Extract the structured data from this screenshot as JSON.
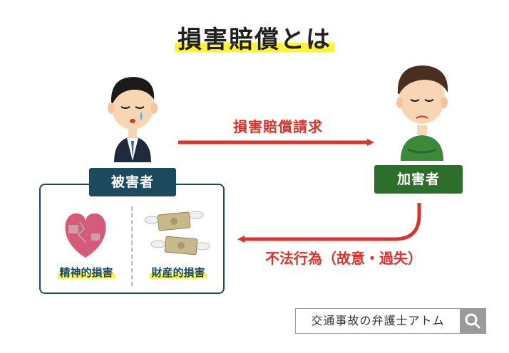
{
  "title": "損害賠償とは",
  "claim_label": "損害賠償請求",
  "victim": {
    "label": "被害者"
  },
  "perpetrator": {
    "label": "加害者"
  },
  "damages": {
    "mental": "精神的損害",
    "property": "財産的損害"
  },
  "return_label": "不法行為（故意・過失）",
  "search": {
    "text": "交通事故の弁護士アトム",
    "icon": "search-icon"
  },
  "colors": {
    "victim": "#1c4a5f",
    "perpetrator": "#2e6e2b",
    "arrow": "#d8332c",
    "highlight": "#fff23a"
  }
}
